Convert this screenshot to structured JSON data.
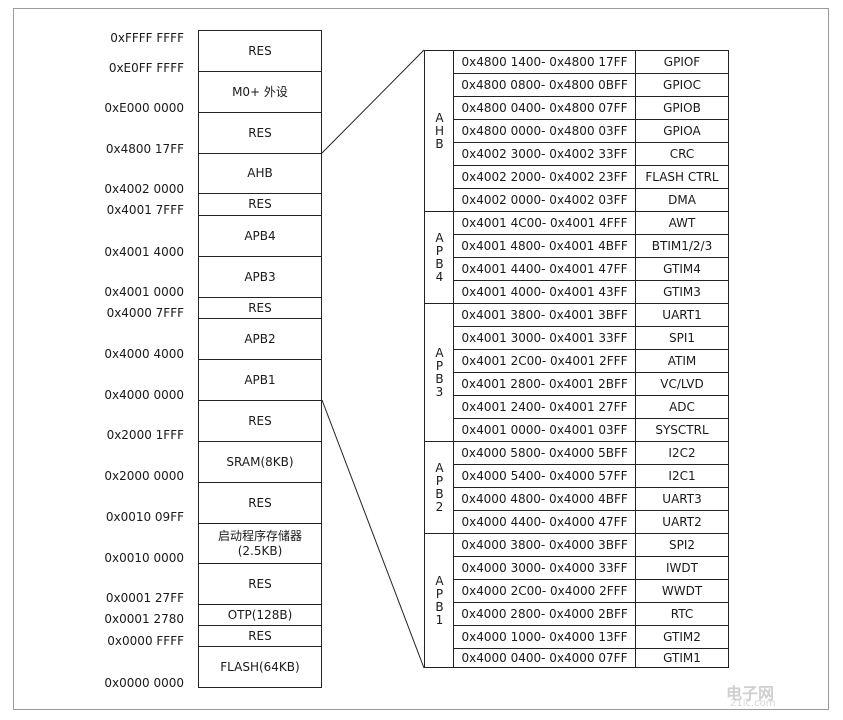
{
  "left_addresses": [
    "0xFFFF FFFF",
    "0xE0FF FFFF",
    "0xE000 0000",
    "0x4800 17FF",
    "0x4002 0000",
    "0x4001 7FFF",
    "0x4001 4000",
    "0x4001 0000",
    "0x4000 7FFF",
    "0x4000 4000",
    "0x4000 0000",
    "0x2000 1FFF",
    "0x2000 0000",
    "0x0010 09FF",
    "0x0010 0000",
    "0x0001 27FF",
    "0x0001 2780",
    "0x0000 FFFF",
    "0x0000 0000"
  ],
  "memory_segments": [
    "RES",
    "M0+ 外设",
    "RES",
    "AHB",
    "RES",
    "APB4",
    "APB3",
    "RES",
    "APB2",
    "APB1",
    "RES",
    "SRAM(8KB)",
    "RES",
    "启动程序存储器\n(2.5KB)",
    "RES",
    "OTP(128B)",
    "RES",
    "FLASH(64KB)"
  ],
  "groups": [
    "AHB",
    "APB4",
    "APB3",
    "APB2",
    "APB1"
  ],
  "peripheral_rows": [
    {
      "range": "0x4800 1400- 0x4800 17FF",
      "name": "GPIOF"
    },
    {
      "range": "0x4800 0800- 0x4800 0BFF",
      "name": "GPIOC"
    },
    {
      "range": "0x4800 0400- 0x4800 07FF",
      "name": "GPIOB"
    },
    {
      "range": "0x4800 0000- 0x4800 03FF",
      "name": "GPIOA"
    },
    {
      "range": "0x4002 3000- 0x4002 33FF",
      "name": "CRC"
    },
    {
      "range": "0x4002 2000- 0x4002 23FF",
      "name": "FLASH CTRL"
    },
    {
      "range": "0x4002 0000- 0x4002 03FF",
      "name": "DMA"
    },
    {
      "range": "0x4001 4C00- 0x4001 4FFF",
      "name": "AWT"
    },
    {
      "range": "0x4001 4800- 0x4001 4BFF",
      "name": "BTIM1/2/3"
    },
    {
      "range": "0x4001 4400- 0x4001 47FF",
      "name": "GTIM4"
    },
    {
      "range": "0x4001 4000- 0x4001 43FF",
      "name": "GTIM3"
    },
    {
      "range": "0x4001 3800- 0x4001 3BFF",
      "name": "UART1"
    },
    {
      "range": "0x4001 3000- 0x4001 33FF",
      "name": "SPI1"
    },
    {
      "range": "0x4001 2C00- 0x4001 2FFF",
      "name": "ATIM"
    },
    {
      "range": "0x4001 2800- 0x4001 2BFF",
      "name": "VC/LVD"
    },
    {
      "range": "0x4001 2400- 0x4001 27FF",
      "name": "ADC"
    },
    {
      "range": "0x4001 0000- 0x4001 03FF",
      "name": "SYSCTRL"
    },
    {
      "range": "0x4000 5800- 0x4000 5BFF",
      "name": "I2C2"
    },
    {
      "range": "0x4000 5400- 0x4000 57FF",
      "name": "I2C1"
    },
    {
      "range": "0x4000 4800- 0x4000 4BFF",
      "name": "UART3"
    },
    {
      "range": "0x4000 4400- 0x4000 47FF",
      "name": "UART2"
    },
    {
      "range": "0x4000 3800- 0x4000 3BFF",
      "name": "SPI2"
    },
    {
      "range": "0x4000 3000- 0x4000 33FF",
      "name": "IWDT"
    },
    {
      "range": "0x4000 2C00- 0x4000 2FFF",
      "name": "WWDT"
    },
    {
      "range": "0x4000 2800- 0x4000 2BFF",
      "name": "RTC"
    },
    {
      "range": "0x4000 1000- 0x4000 13FF",
      "name": "GTIM2"
    },
    {
      "range": "0x4000 0400- 0x4000 07FF",
      "name": "GTIM1"
    }
  ],
  "watermark": {
    "main": "电子网",
    "sub": "21ic.com"
  }
}
